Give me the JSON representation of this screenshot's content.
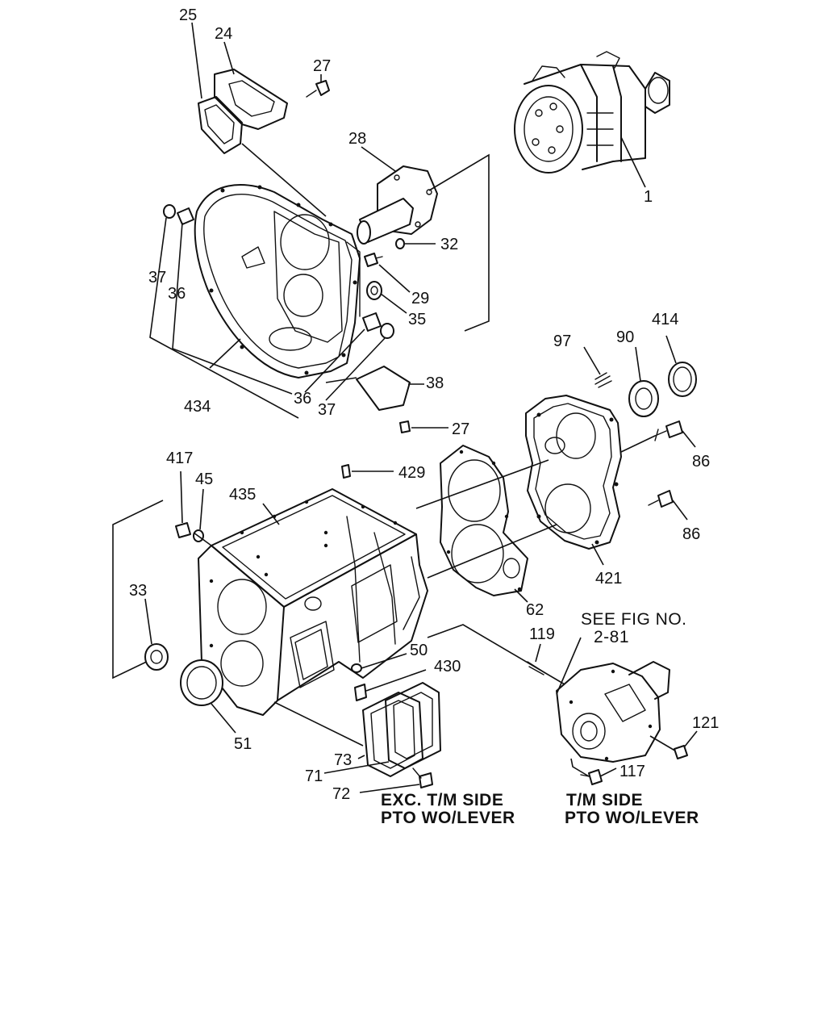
{
  "labels": {
    "p25": "25",
    "p24": "24",
    "p27a": "27",
    "p28": "28",
    "p1": "1",
    "p32": "32",
    "p29": "29",
    "p35": "35",
    "p37a": "37",
    "p36a": "36",
    "p36b": "36",
    "p37b": "37",
    "p434": "434",
    "p38": "38",
    "p27b": "27",
    "p97": "97",
    "p90": "90",
    "p414": "414",
    "p86a": "86",
    "p86b": "86",
    "p417": "417",
    "p45": "45",
    "p435": "435",
    "p429": "429",
    "p421": "421",
    "p62": "62",
    "p33": "33",
    "p50": "50",
    "p430": "430",
    "p119": "119",
    "p51": "51",
    "p73": "73",
    "p71": "71",
    "p72": "72",
    "p121": "121",
    "p117": "117"
  },
  "notes": {
    "see_fig_line1": "SEE FIG NO.",
    "see_fig_line2": "2-81",
    "exc_line1": "EXC. T/M SIDE",
    "exc_line2": "PTO WO/LEVER",
    "tm_line1": "T/M SIDE",
    "tm_line2": "PTO WO/LEVER"
  }
}
